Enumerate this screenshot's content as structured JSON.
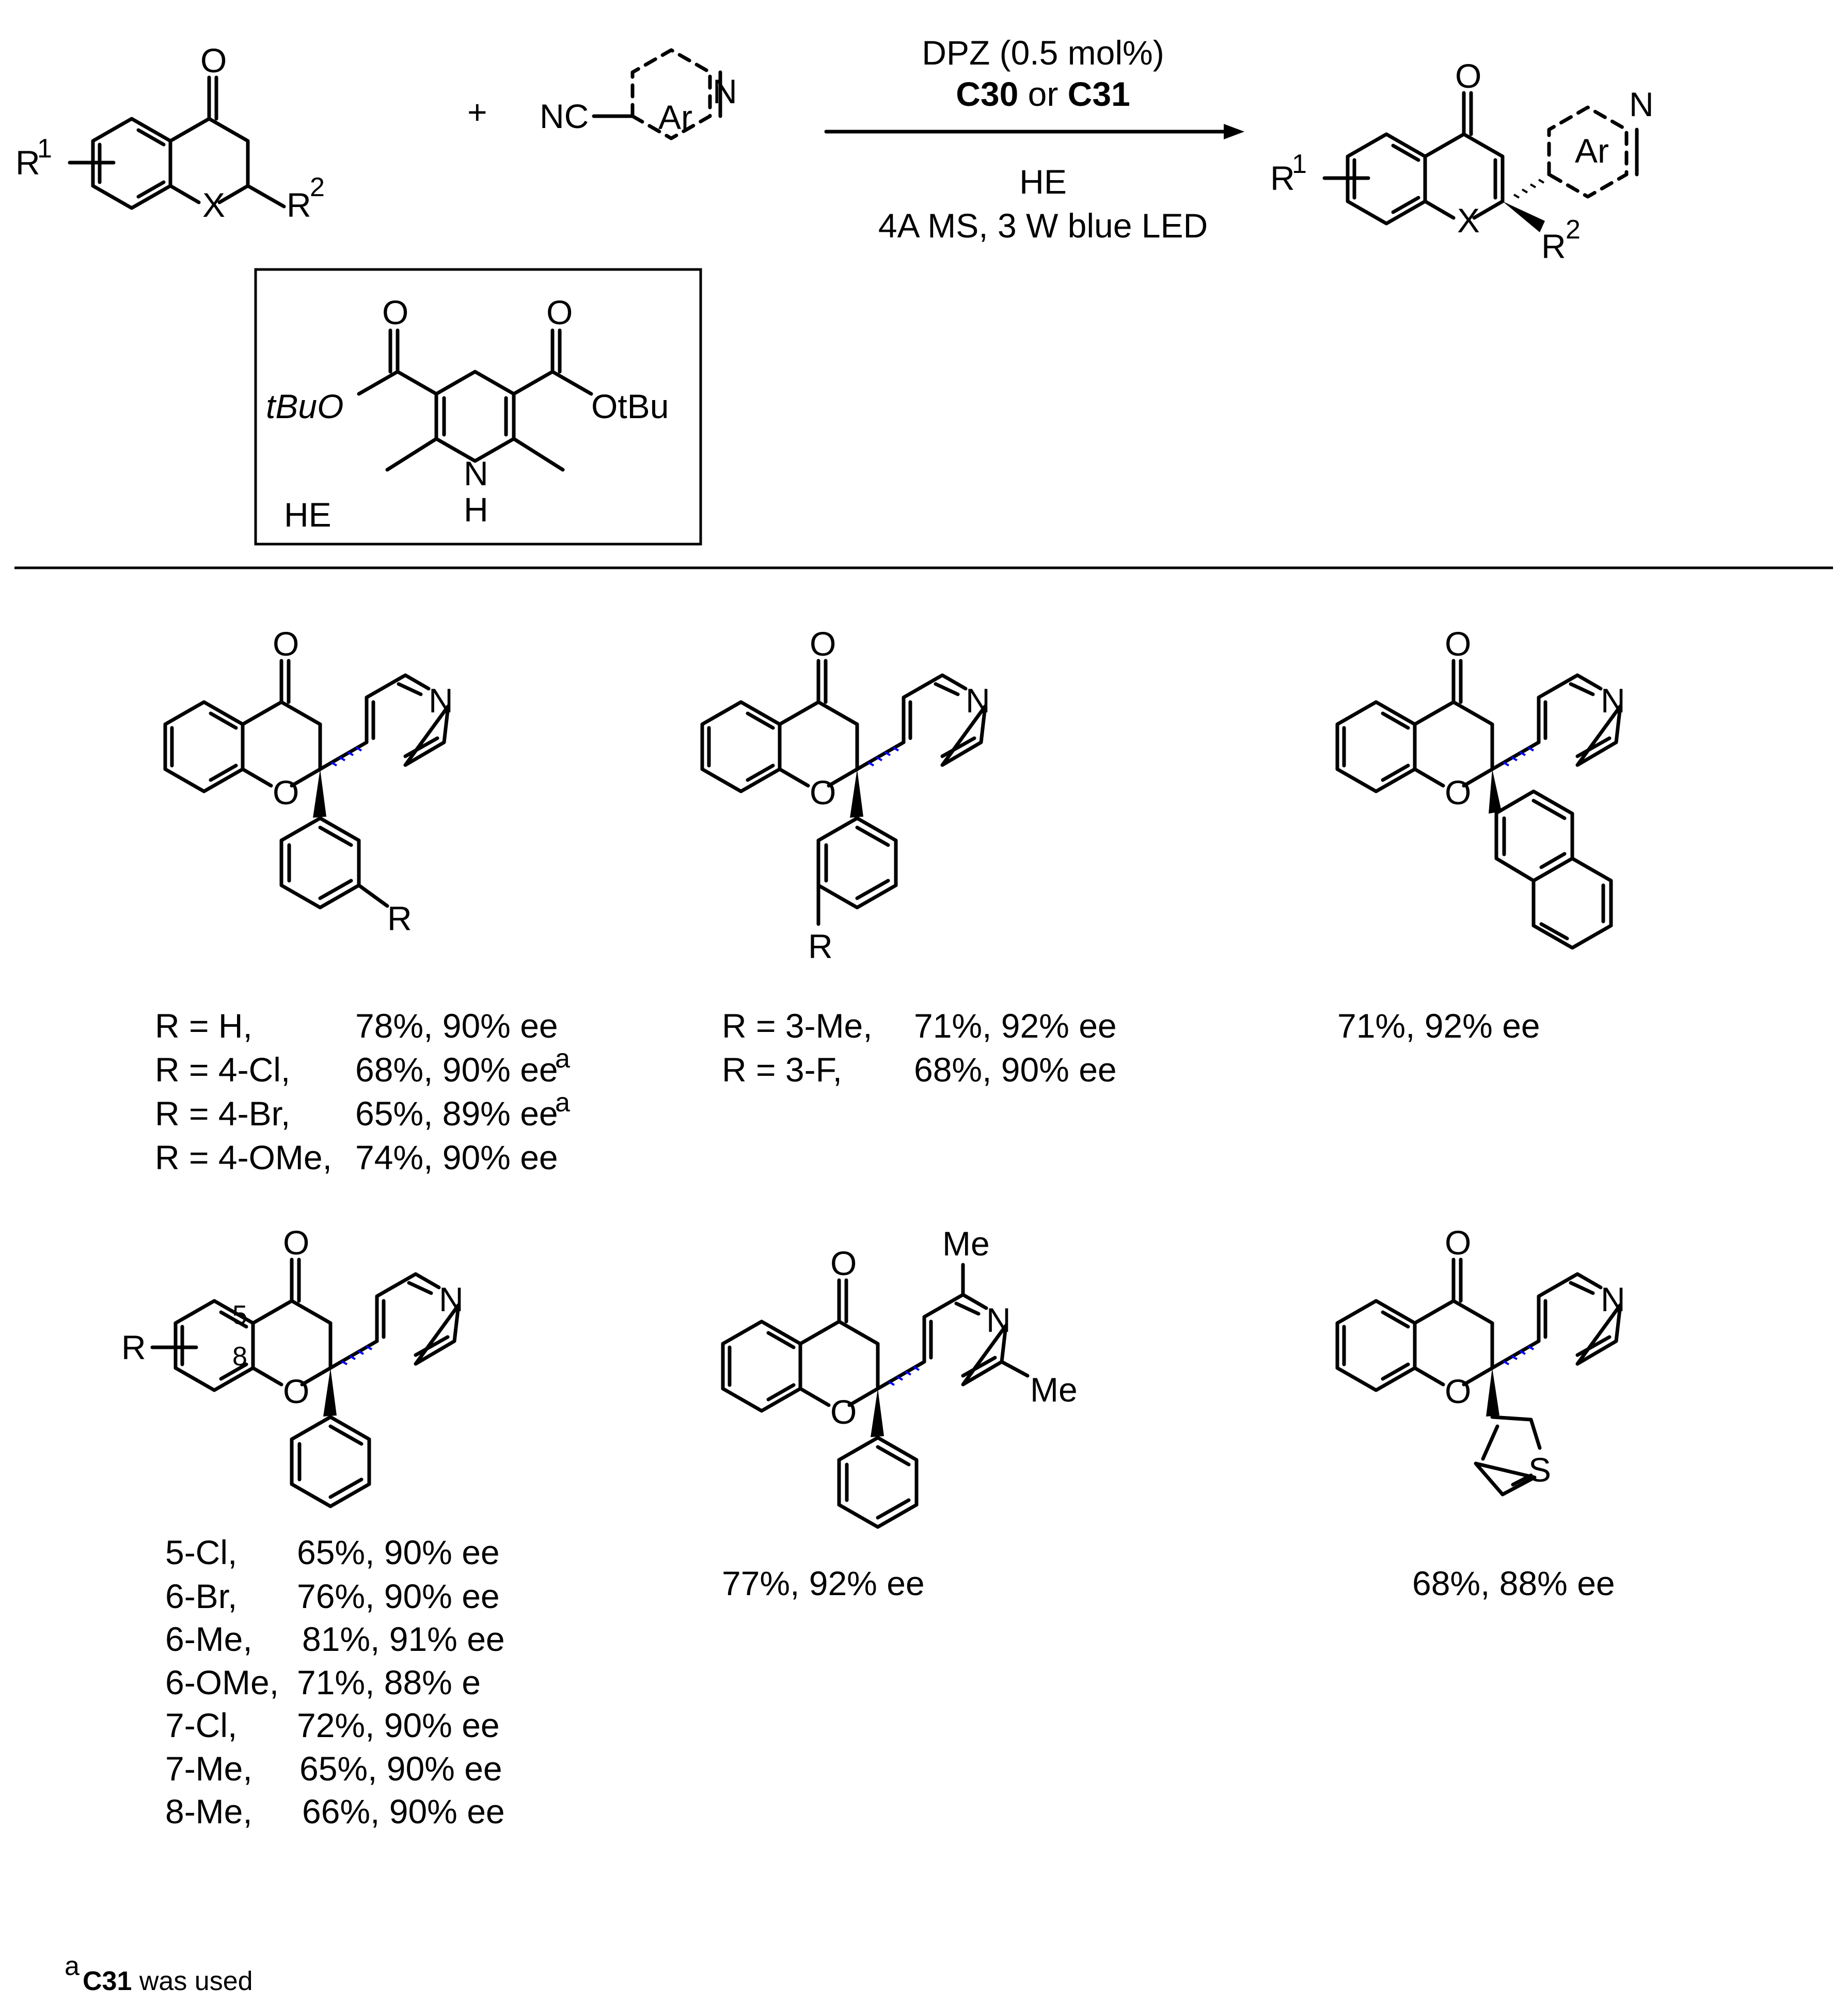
{
  "colors": {
    "pyridine_blue": "#0000FF",
    "aryl_red": "#FF0000",
    "ink": "#000000"
  },
  "reaction": {
    "conditions_line1": "DPZ (0.5 mol%)",
    "catalyst_a": "C30",
    "or_word": " or ",
    "catalyst_b": "C31",
    "conditions_line3": "HE",
    "conditions_line4": "4A MS, 3 W blue LED",
    "plus_sign": "+",
    "reactant1": {
      "r1": "R",
      "r1_sup": "1",
      "r2": "R",
      "r2_sup": "2",
      "x": "X",
      "o": "O"
    },
    "reactant2": {
      "nc": "NC",
      "ar": "Ar",
      "n": "N"
    },
    "product": {
      "r1": "R",
      "r1_sup": "1",
      "r2": "R",
      "r2_sup": "2",
      "x": "X",
      "o": "O",
      "ar": "Ar",
      "n": "N"
    }
  },
  "hantzsch_ester": {
    "label": "HE",
    "left_ester": "tBuO",
    "right_ester": "OtBu",
    "nh_n": "N",
    "nh_h": "H",
    "carbonyl_o": "O"
  },
  "atoms": {
    "o": "O",
    "n": "N",
    "s": "S",
    "me": "Me",
    "r": "R",
    "pos5": "5",
    "pos8": "8"
  },
  "products": [
    {
      "id": "p1",
      "rows": [
        {
          "sub": "R = H,",
          "result": "78%, 90% ee",
          "note": ""
        },
        {
          "sub": "R = 4-Cl,",
          "result": "68%, 90% ee",
          "note": "a"
        },
        {
          "sub": "R = 4-Br,",
          "result": "65%, 89% ee",
          "note": "a"
        },
        {
          "sub": "R = 4-OMe,",
          "result": "74%, 90% ee",
          "note": ""
        }
      ]
    },
    {
      "id": "p2",
      "rows": [
        {
          "sub": "R = 3-Me,",
          "result": "71%, 92% ee"
        },
        {
          "sub": "R = 3-F,",
          "result": "68%, 90% ee"
        }
      ]
    },
    {
      "id": "p3",
      "result": "71%, 92% ee"
    },
    {
      "id": "p4",
      "rows": [
        {
          "sub": "5-Cl,",
          "result": "65%, 90% ee"
        },
        {
          "sub": "6-Br,",
          "result": "76%, 90% ee"
        },
        {
          "sub": "6-Me,",
          "result": "81%, 91% ee"
        },
        {
          "sub": "6-OMe,",
          "result": "71%, 88% e"
        },
        {
          "sub": "7-Cl,",
          "result": "72%, 90% ee"
        },
        {
          "sub": "7-Me,",
          "result": "65%, 90% ee"
        },
        {
          "sub": "8-Me,",
          "result": "66%, 90% ee"
        }
      ]
    },
    {
      "id": "p5",
      "result": "77%, 92% ee"
    },
    {
      "id": "p6",
      "result": "68%, 88% ee"
    }
  ],
  "footnote": {
    "mark": "a",
    "catalyst": "C31",
    "text": " was used"
  }
}
